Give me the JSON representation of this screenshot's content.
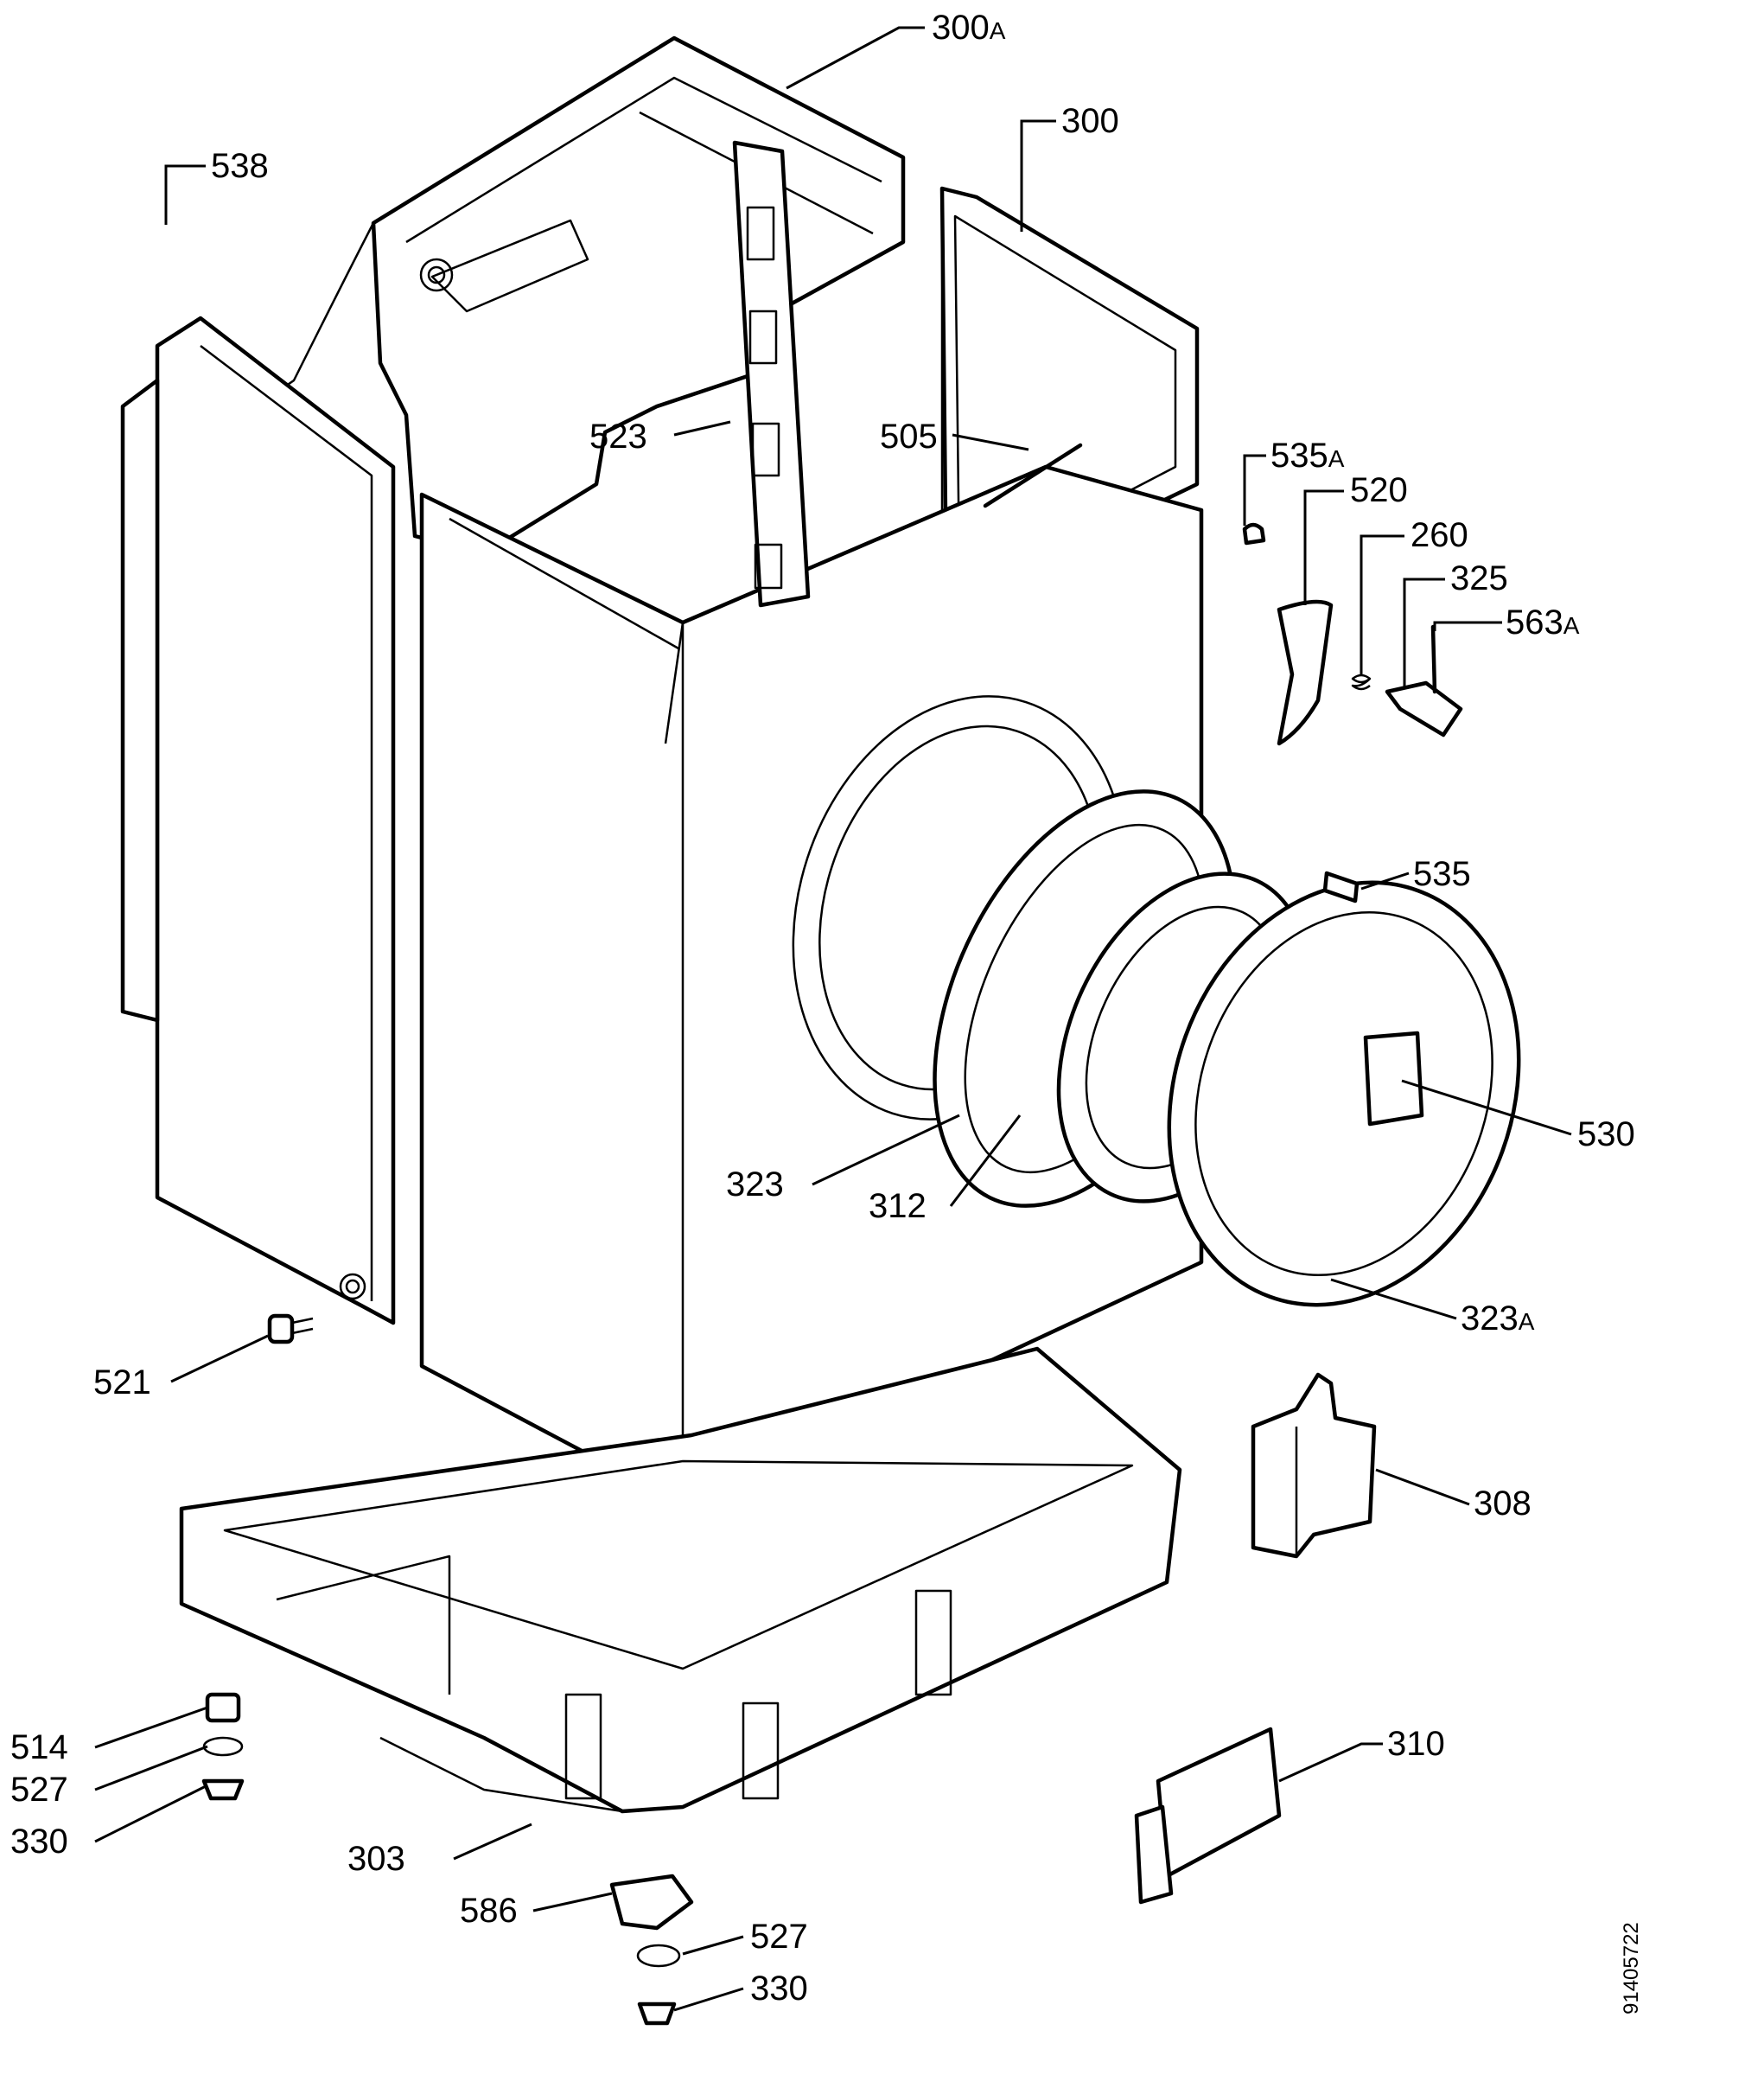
{
  "diagram": {
    "callouts": [
      {
        "id": "c300a",
        "num": "300",
        "suffix": "A"
      },
      {
        "id": "c300",
        "num": "300",
        "suffix": ""
      },
      {
        "id": "c538",
        "num": "538",
        "suffix": ""
      },
      {
        "id": "c523",
        "num": "523",
        "suffix": ""
      },
      {
        "id": "c505",
        "num": "505",
        "suffix": ""
      },
      {
        "id": "c535a",
        "num": "535",
        "suffix": "A"
      },
      {
        "id": "c520",
        "num": "520",
        "suffix": ""
      },
      {
        "id": "c260",
        "num": "260",
        "suffix": ""
      },
      {
        "id": "c325",
        "num": "325",
        "suffix": ""
      },
      {
        "id": "c563a",
        "num": "563",
        "suffix": "A"
      },
      {
        "id": "c535",
        "num": "535",
        "suffix": ""
      },
      {
        "id": "c530",
        "num": "530",
        "suffix": ""
      },
      {
        "id": "c323",
        "num": "323",
        "suffix": ""
      },
      {
        "id": "c312",
        "num": "312",
        "suffix": ""
      },
      {
        "id": "c323a",
        "num": "323",
        "suffix": "A"
      },
      {
        "id": "c521",
        "num": "521",
        "suffix": ""
      },
      {
        "id": "c308",
        "num": "308",
        "suffix": ""
      },
      {
        "id": "c310",
        "num": "310",
        "suffix": ""
      },
      {
        "id": "c514",
        "num": "514",
        "suffix": ""
      },
      {
        "id": "c527a",
        "num": "527",
        "suffix": ""
      },
      {
        "id": "c330a",
        "num": "330",
        "suffix": ""
      },
      {
        "id": "c303",
        "num": "303",
        "suffix": ""
      },
      {
        "id": "c586",
        "num": "586",
        "suffix": ""
      },
      {
        "id": "c527b",
        "num": "527",
        "suffix": ""
      },
      {
        "id": "c330b",
        "num": "330",
        "suffix": ""
      }
    ],
    "drawing_code": "91405722"
  }
}
